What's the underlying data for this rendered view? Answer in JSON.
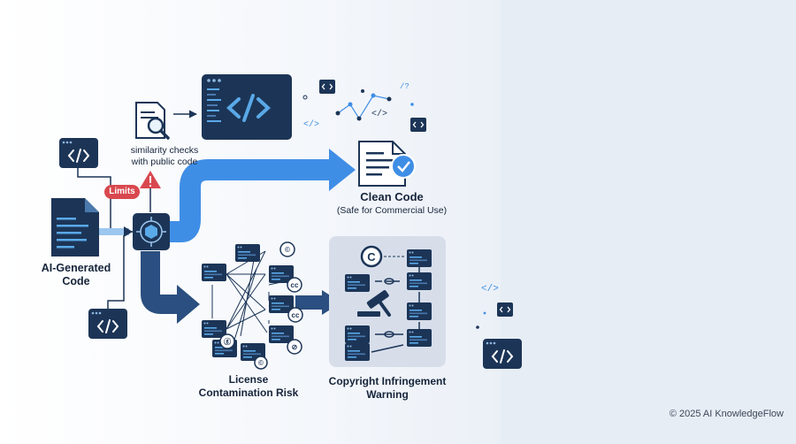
{
  "labels": {
    "similarity_line1": "similarity checks",
    "similarity_line2": "with public code",
    "limits": "Limits",
    "ai_line1": "AI-Generated",
    "ai_line2": "Code",
    "clean_title": "Clean Code",
    "clean_sub": "(Safe for Commercial Use)",
    "license_line1": "License",
    "license_line2": "Contamination Risk",
    "copyright_line1": "Copyright Infringement",
    "copyright_line2": "Warning"
  },
  "license_badges": [
    "©",
    "cc",
    "cc",
    "⊘",
    "ⓖ",
    "©"
  ],
  "footer": "© 2025 AI KnowledgeFlow",
  "colors": {
    "navy": "#1c3557",
    "code_blue": "#5aa9e8",
    "arrow_blue": "#3f8ee6",
    "arrow_dark": "#2a4f80",
    "warning_red": "#d9484f",
    "panel_gray": "#d7deea"
  }
}
